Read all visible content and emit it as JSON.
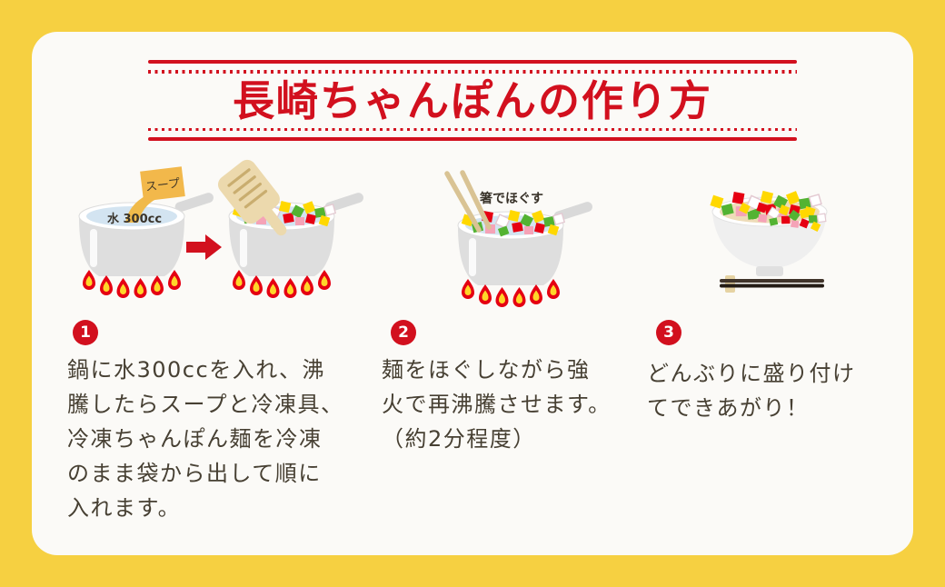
{
  "page": {
    "title_text": "長崎ちゃんぽんの作り方"
  },
  "colors": {
    "border_yellow": "#f6d041",
    "accent_red": "#d2101e",
    "panel_bg": "#fbfaf7",
    "body_text": "#474033",
    "flame_red": "#e50012",
    "flame_yellow": "#ffd629"
  },
  "illustrations": {
    "step1": {
      "soup_packet_label": "スープ",
      "water_label": "水 300cc"
    },
    "step2": {
      "chopsticks_label": "箸でほぐす"
    }
  },
  "steps": [
    {
      "number": "1",
      "lines": [
        "鍋に水300ccを入れ、沸",
        "騰したらスープと冷凍具、",
        "冷凍ちゃんぽん麺を冷凍",
        "のまま袋から出して順に",
        "入れます。"
      ]
    },
    {
      "number": "2",
      "lines": [
        "麺をほぐしながら強",
        "火で再沸騰させます。",
        "（約2分程度）"
      ]
    },
    {
      "number": "3",
      "lines": [
        "どんぶりに盛り付け",
        "てできあがり！"
      ]
    }
  ]
}
